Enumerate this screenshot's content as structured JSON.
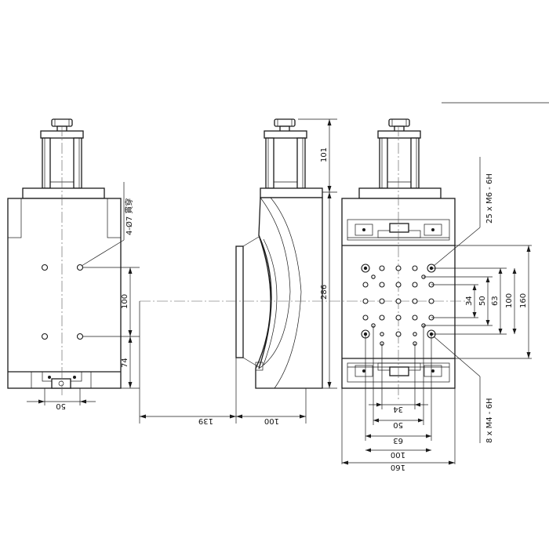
{
  "left_view": {
    "hole_note": "4-Ø7 貫穿",
    "dim_100": "100",
    "dim_74": "74",
    "dim_50": "50"
  },
  "side_view": {
    "dim_101": "101",
    "dim_286": "286",
    "dim_139": "139",
    "dim_100": "100"
  },
  "front_view": {
    "note_m6": "25 x M6 - 6H",
    "note_m4": "8 x M4 - 6H",
    "dim_34_v": "34",
    "dim_50_v": "50",
    "dim_63_v": "63",
    "dim_100_v": "100",
    "dim_160_v": "160",
    "dim_34_h": "34",
    "dim_50_h": "50",
    "dim_63_h": "63",
    "dim_100_h": "100",
    "dim_160_h": "160"
  }
}
